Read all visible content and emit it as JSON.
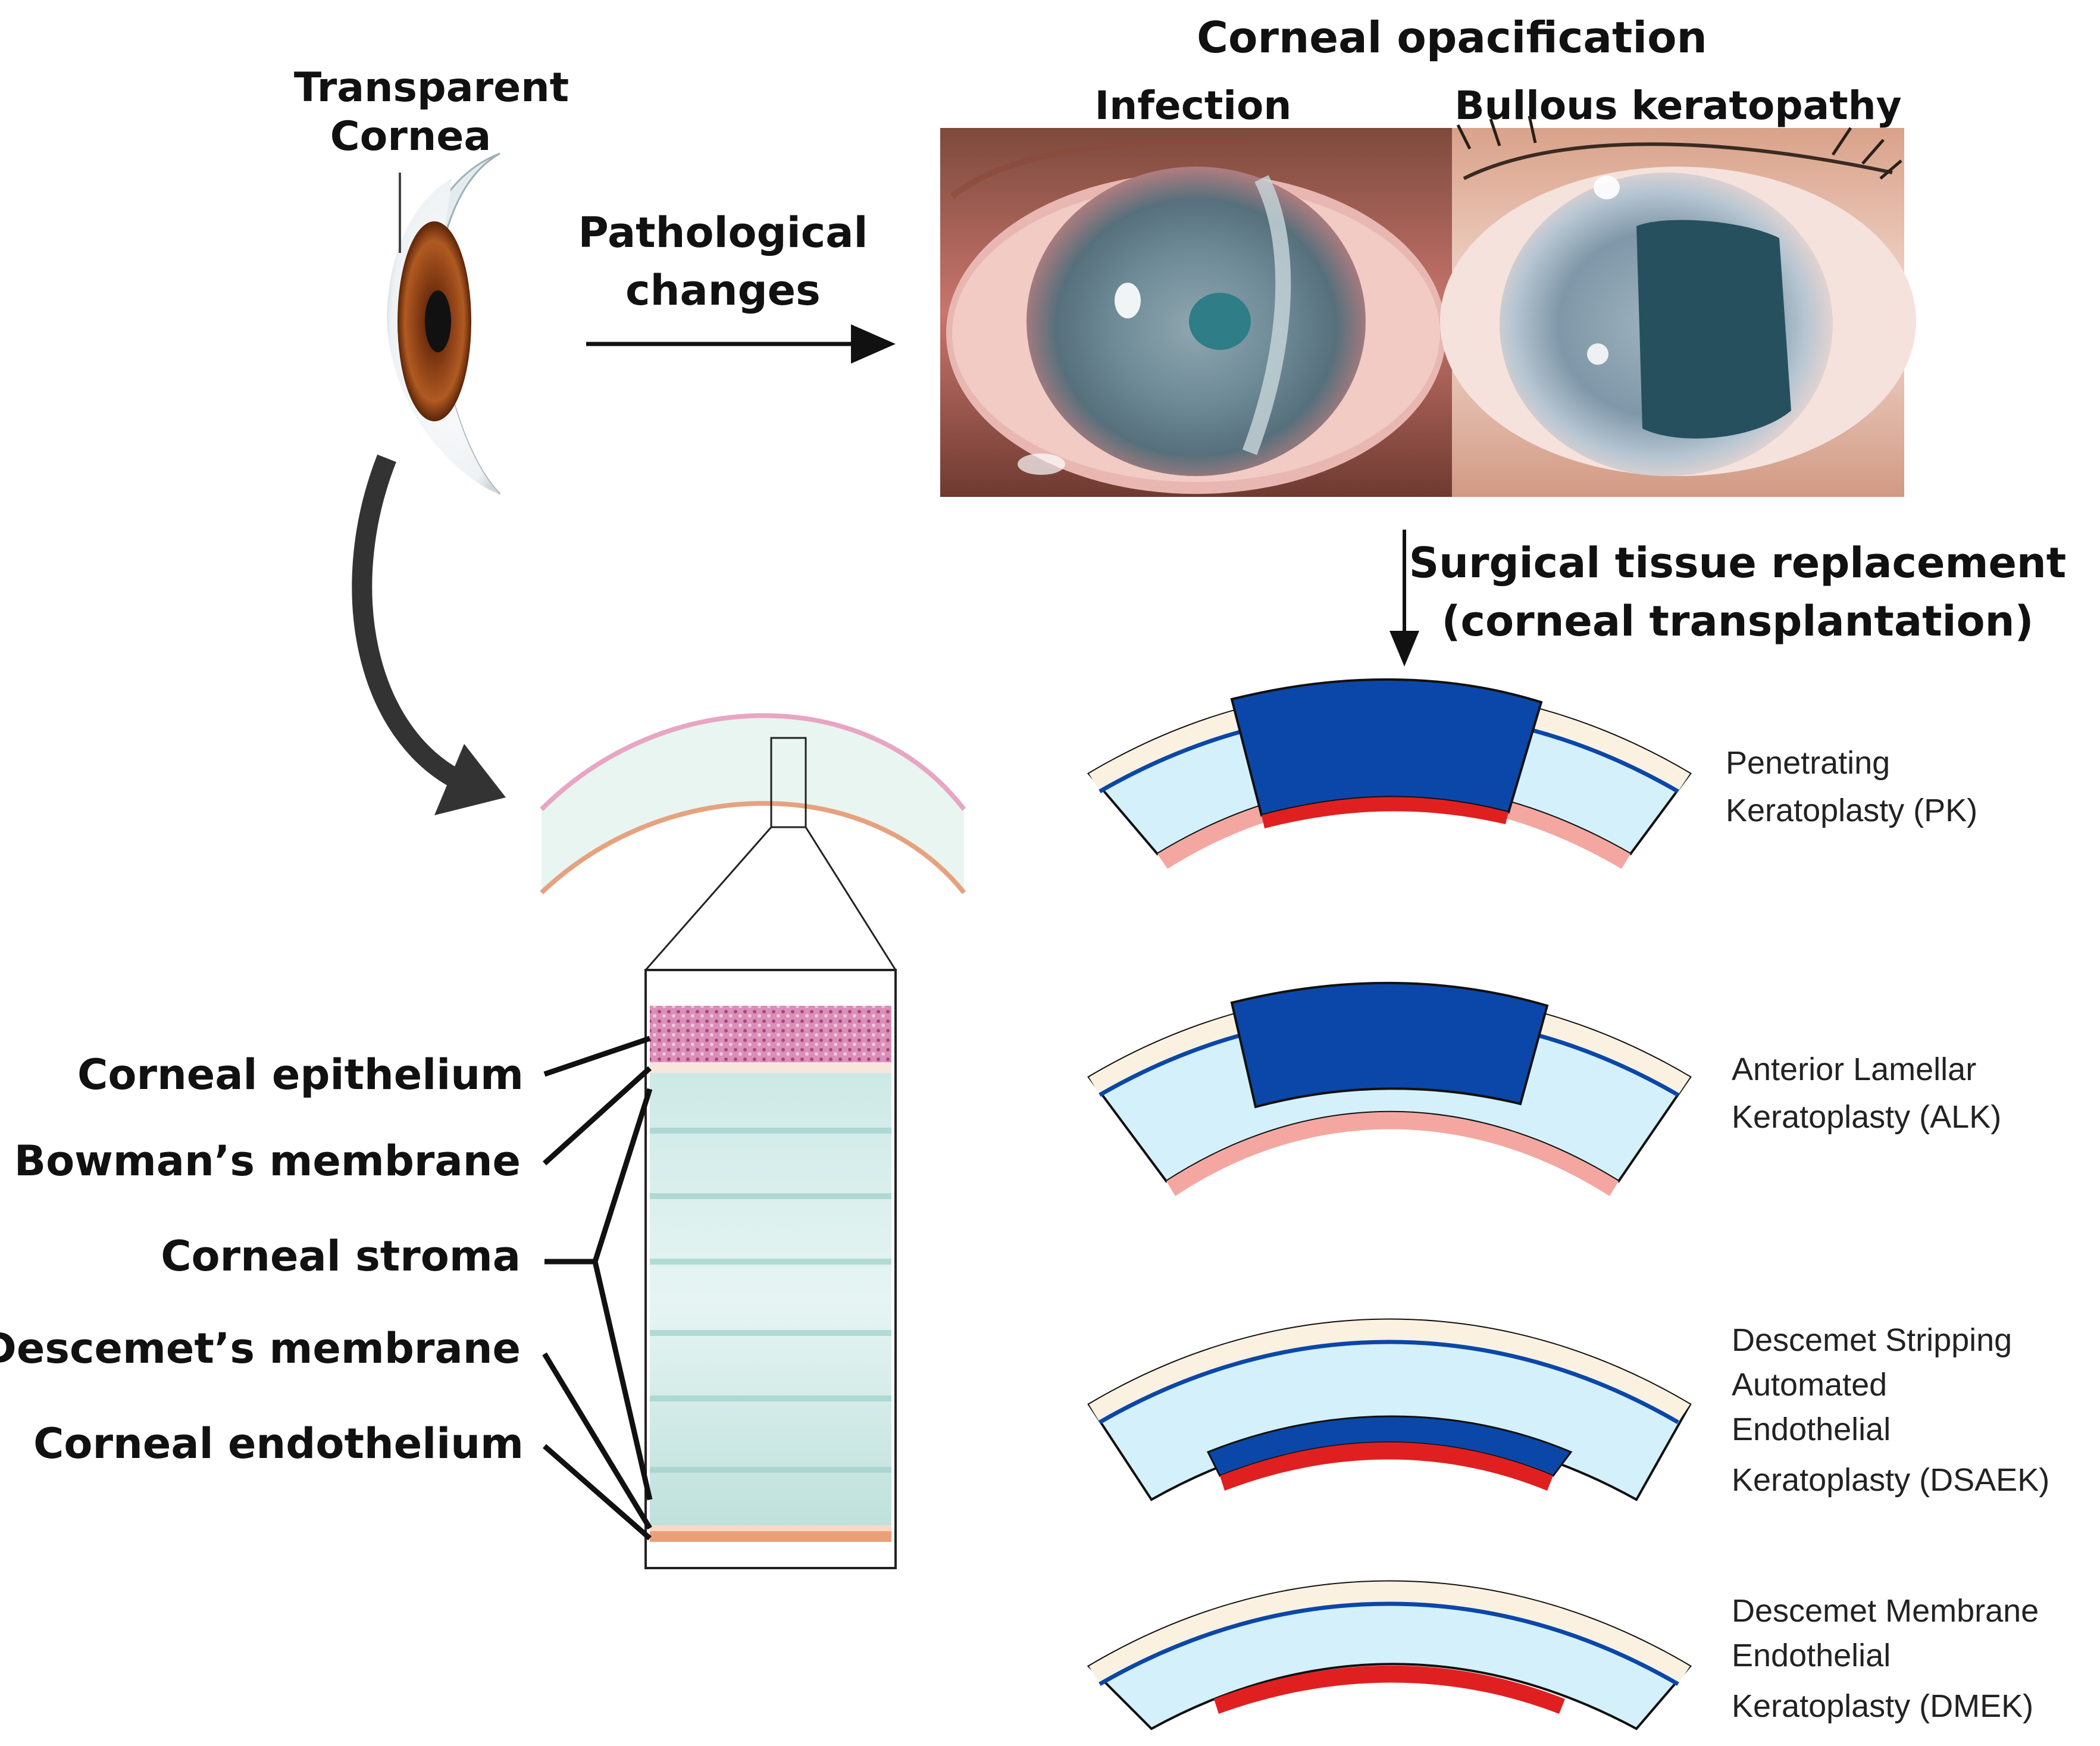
{
  "eye": {
    "label_line1": "Transparent",
    "label_line2": "Cornea"
  },
  "pathology": {
    "arrow_label_line1": "Pathological",
    "arrow_label_line2": "changes"
  },
  "opacification": {
    "title": "Corneal opacification",
    "photos": [
      {
        "label": "Infection"
      },
      {
        "label": "Bullous keratopathy"
      }
    ]
  },
  "surgery": {
    "label_line1": "Surgical tissue replacement",
    "label_line2": "(corneal transplantation)"
  },
  "layers": {
    "items": [
      {
        "label": "Corneal epithelium"
      },
      {
        "label": "Bowman’s membrane"
      },
      {
        "label": "Corneal stroma"
      },
      {
        "label": "Descemet’s membrane"
      },
      {
        "label": "Corneal endothelium"
      }
    ]
  },
  "procedures": [
    {
      "lines": [
        "Penetrating",
        "Keratoplasty (PK)"
      ]
    },
    {
      "lines": [
        "Anterior Lamellar",
        "Keratoplasty (ALK)"
      ]
    },
    {
      "lines": [
        "Descemet Stripping",
        "Automated",
        "Endothelial",
        "Keratoplasty (DSAEK)"
      ]
    },
    {
      "lines": [
        "Descemet Membrane",
        "Endothelial",
        "Keratoplasty (DMEK)"
      ]
    }
  ],
  "colors": {
    "graft_blue": "#0b47a8",
    "stroma_light": "#d4f0fa",
    "epithelium_cream": "#fbf1e1",
    "endothelium_red": "#e02020",
    "endothelium_pink": "#f4a7a1",
    "iris_brown": "#9a4a1e"
  }
}
